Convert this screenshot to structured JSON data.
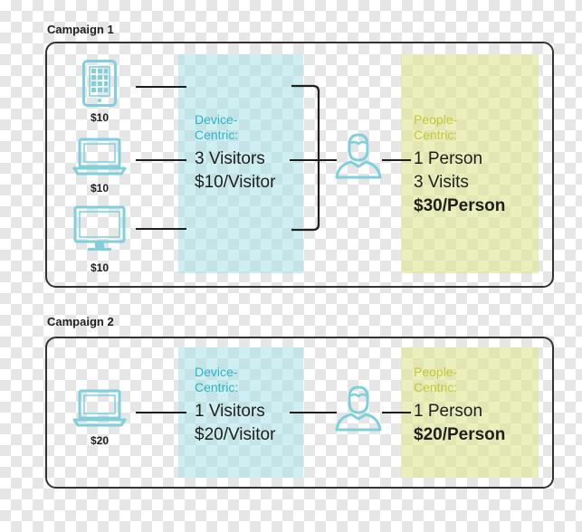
{
  "campaigns": [
    {
      "title": "Campaign 1",
      "devices": [
        {
          "icon": "tablet-icon",
          "price": "$10"
        },
        {
          "icon": "laptop-icon",
          "price": "$10"
        },
        {
          "icon": "monitor-icon",
          "price": "$10"
        }
      ],
      "device_centric": {
        "heading_line1": "Device-",
        "heading_line2": "Centric:",
        "line1": "3 Visitors",
        "line2": "$10/Visitor"
      },
      "people_centric": {
        "heading_line1": "People-",
        "heading_line2": "Centric:",
        "line1": "1 Person",
        "line2": "3 Visits",
        "line3": "$30/Person"
      }
    },
    {
      "title": "Campaign 2",
      "devices": [
        {
          "icon": "laptop-icon",
          "price": "$20"
        }
      ],
      "device_centric": {
        "heading_line1": "Device-",
        "heading_line2": "Centric:",
        "line1": "1 Visitors",
        "line2": "$20/Visitor"
      },
      "people_centric": {
        "heading_line1": "People-",
        "heading_line2": "Centric:",
        "line1": "1 Person",
        "line2": "$20/Person"
      }
    }
  ],
  "colors": {
    "icon_accent": "#7fd0dc",
    "device_band": "#a8e0e6",
    "people_band": "#dee696",
    "device_heading": "#2cb4c8",
    "people_heading": "#c4c836",
    "border": "#333333"
  }
}
